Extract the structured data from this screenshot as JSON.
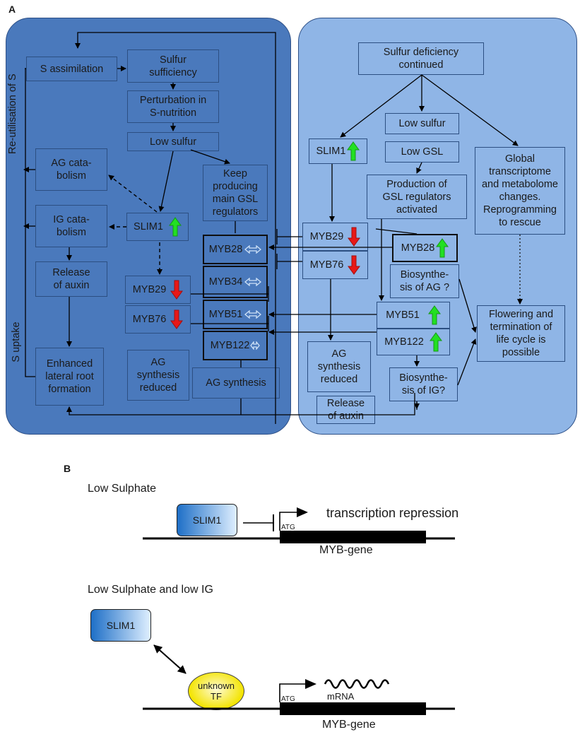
{
  "panelA": {
    "label": "A",
    "left": {
      "s_assimilation": "S assimilation",
      "sulfur_sufficiency": "Sulfur\nsufficiency",
      "perturbation": "Perturbation in\nS-nutrition",
      "low_sulfur": "Low sulfur",
      "ag_catabolism": "AG cata-\nbolism",
      "ig_catabolism": "IG cata-\nbolism",
      "slim1": "SLIM1",
      "release_auxin": "Release\nof auxin",
      "myb29": "MYB29",
      "myb76": "MYB76",
      "enhanced_root": "Enhanced\nlateral root\nformation",
      "ag_reduced": "AG\nsynthesis\nreduced",
      "keep_producing": "Keep\nproducing\nmain GSL\nregulators",
      "myb28": "MYB28",
      "myb34": "MYB34",
      "myb51": "MYB51",
      "myb122": "MYB122",
      "ag_synthesis": "AG synthesis",
      "reutilisation_label": "Re-utilisation of S",
      "uptake_label": "S uptake"
    },
    "right": {
      "sulfur_deficiency": "Sulfur deficiency\ncontinued",
      "low_sulfur": "Low sulfur",
      "low_gsl": "Low GSL",
      "slim1": "SLIM1",
      "production_gsl": "Production of\nGSL regulators\nactivated",
      "global": "Global\ntranscriptome\nand metabolome\nchanges.\nReprogramming\nto rescue",
      "myb29": "MYB29",
      "myb76": "MYB76",
      "myb28": "MYB28",
      "biosynthesis_ag": "Biosynthe-\nsis of AG ?",
      "myb51": "MYB51",
      "myb122": "MYB122",
      "flowering": "Flowering and\ntermination of\nlife cycle is\npossible",
      "ag_reduced": "AG\nsynthesis\nreduced",
      "biosynthesis_ig": "Biosynthe-\nsis of IG?",
      "release_auxin": "Release\nof auxin"
    }
  },
  "panelB": {
    "label": "B",
    "scenario1": {
      "title": "Low Sulphate",
      "slim1": "SLIM1",
      "atg": "ATG",
      "arrow_text": "transcription repression",
      "gene": "MYB-gene"
    },
    "scenario2": {
      "title": "Low Sulphate and low IG",
      "slim1": "SLIM1",
      "tf": "unknown\nTF",
      "atg": "ATG",
      "mrna": "mRNA",
      "gene": "MYB-gene"
    }
  },
  "colors": {
    "left_panel": "#4a79bc",
    "right_panel": "#8fb5e6",
    "up_arrow": "#22e022",
    "down_arrow": "#e81818",
    "tf_yellow": "#f3e400",
    "slim_blue": "#1e6fc7"
  }
}
